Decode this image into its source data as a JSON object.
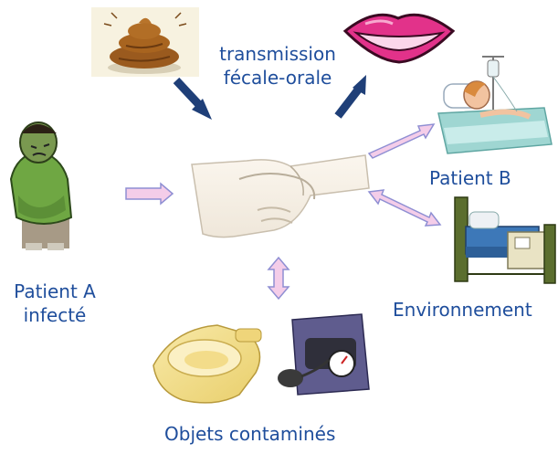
{
  "labels": {
    "transmission": "transmission",
    "fecale_orale": "fécale-orale",
    "patient_a_line1": "Patient A",
    "patient_a_line2": "infecté",
    "patient_b": "Patient B",
    "environnement": "Environnement",
    "objets": "Objets contaminés"
  },
  "colors": {
    "label_text": "#1f4e9c",
    "arrow_navy": "#1f3f78",
    "arrow_pink_fill": "#f4cde9",
    "arrow_pink_stroke": "#8f8fd3"
  },
  "icons": [
    "feces-icon",
    "lips-icon",
    "sick-man-icon",
    "handshake-icon",
    "hospital-patient-icon",
    "hospital-bed-icon",
    "bedpan-icon",
    "blood-pressure-cuff-icon"
  ]
}
